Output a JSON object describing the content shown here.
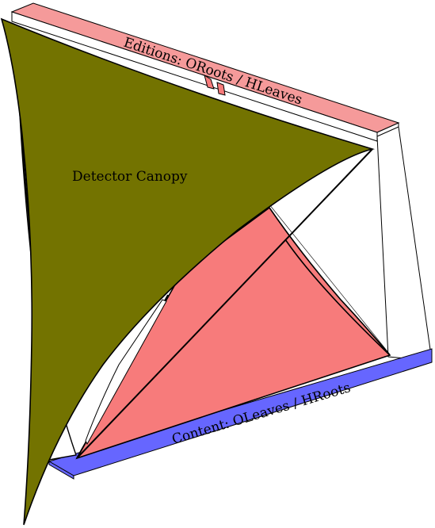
{
  "diagram": {
    "top_slab_label": "Editions: ORoots / HLeaves",
    "bottom_slab_label": "Content: OLeaves / HRoots",
    "canopy_label": "Detector Canopy"
  },
  "colors": {
    "top_slab": "#f59a9a",
    "bottom_slab": "#6666ff",
    "pink_sail": "#f77b7b",
    "canopy": "#737300",
    "outline": "#000000",
    "background": "#ffffff"
  }
}
